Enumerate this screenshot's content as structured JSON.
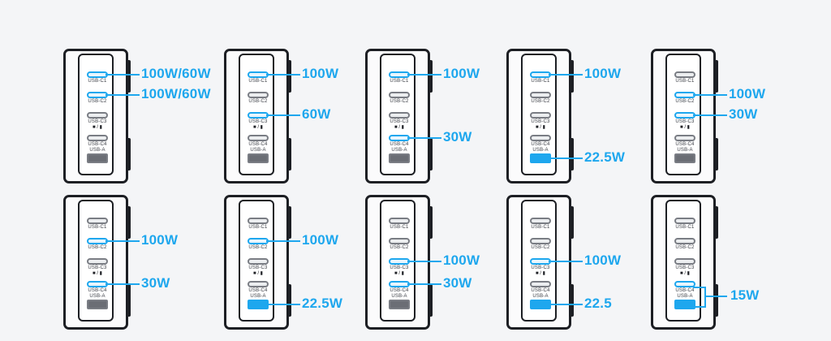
{
  "port_labels": {
    "c1": "USB-C1",
    "c2": "USB-C2",
    "c3": "USB-C3",
    "c4": "USB-C4",
    "a": "USB-A"
  },
  "separator": "■ / ▮",
  "colors": {
    "accent": "#1ea7ee",
    "outline": "#1d1f24",
    "inactive": "#7a7d84"
  },
  "configs": [
    {
      "active": [
        "c1",
        "c2"
      ],
      "outputs": [
        {
          "port": "c1",
          "label": "100W/60W"
        },
        {
          "port": "c2",
          "label": "100W/60W"
        }
      ]
    },
    {
      "active": [
        "c1",
        "c3"
      ],
      "outputs": [
        {
          "port": "c1",
          "label": "100W"
        },
        {
          "port": "c3",
          "label": "60W"
        }
      ]
    },
    {
      "active": [
        "c1",
        "c4"
      ],
      "outputs": [
        {
          "port": "c1",
          "label": "100W"
        },
        {
          "port": "c4",
          "label": "30W"
        }
      ]
    },
    {
      "active": [
        "c1",
        "a"
      ],
      "outputs": [
        {
          "port": "c1",
          "label": "100W"
        },
        {
          "port": "a",
          "label": "22.5W"
        }
      ]
    },
    {
      "active": [
        "c2",
        "c3"
      ],
      "outputs": [
        {
          "port": "c2",
          "label": "100W"
        },
        {
          "port": "c3",
          "label": "30W"
        }
      ]
    },
    {
      "active": [
        "c2",
        "c4"
      ],
      "outputs": [
        {
          "port": "c2",
          "label": "100W"
        },
        {
          "port": "c4",
          "label": "30W"
        }
      ]
    },
    {
      "active": [
        "c2",
        "a"
      ],
      "outputs": [
        {
          "port": "c2",
          "label": "100W"
        },
        {
          "port": "a",
          "label": "22.5W"
        }
      ]
    },
    {
      "active": [
        "c3",
        "c4"
      ],
      "outputs": [
        {
          "port": "c3",
          "label": "100W"
        },
        {
          "port": "c4",
          "label": "30W"
        }
      ]
    },
    {
      "active": [
        "c3",
        "a"
      ],
      "outputs": [
        {
          "port": "c3",
          "label": "100W"
        },
        {
          "port": "a",
          "label": "22.5"
        }
      ]
    },
    {
      "active": [
        "c4",
        "a"
      ],
      "outputs": [
        {
          "port": "c4a",
          "label": "15W"
        }
      ]
    }
  ]
}
